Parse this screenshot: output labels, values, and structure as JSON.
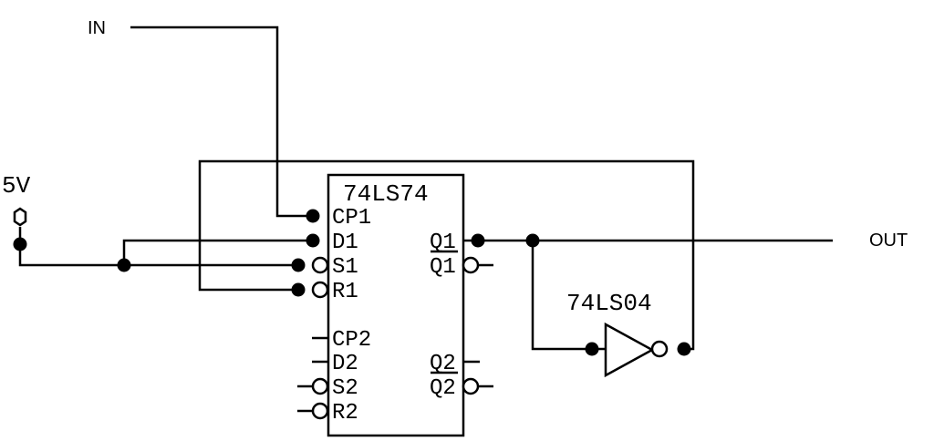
{
  "labels": {
    "input": "IN",
    "output": "OUT",
    "supply": "5V"
  },
  "flipflop": {
    "part": "74LS74",
    "pins": {
      "cp1": "CP1",
      "d1": "D1",
      "s1": "S1",
      "r1": "R1",
      "cp2": "CP2",
      "d2": "D2",
      "s2": "S2",
      "r2": "R2",
      "q1": "Q1",
      "q1_bar": "Q1",
      "q2": "Q2",
      "q2_bar": "Q2"
    }
  },
  "inverter": {
    "part": "74LS04"
  }
}
